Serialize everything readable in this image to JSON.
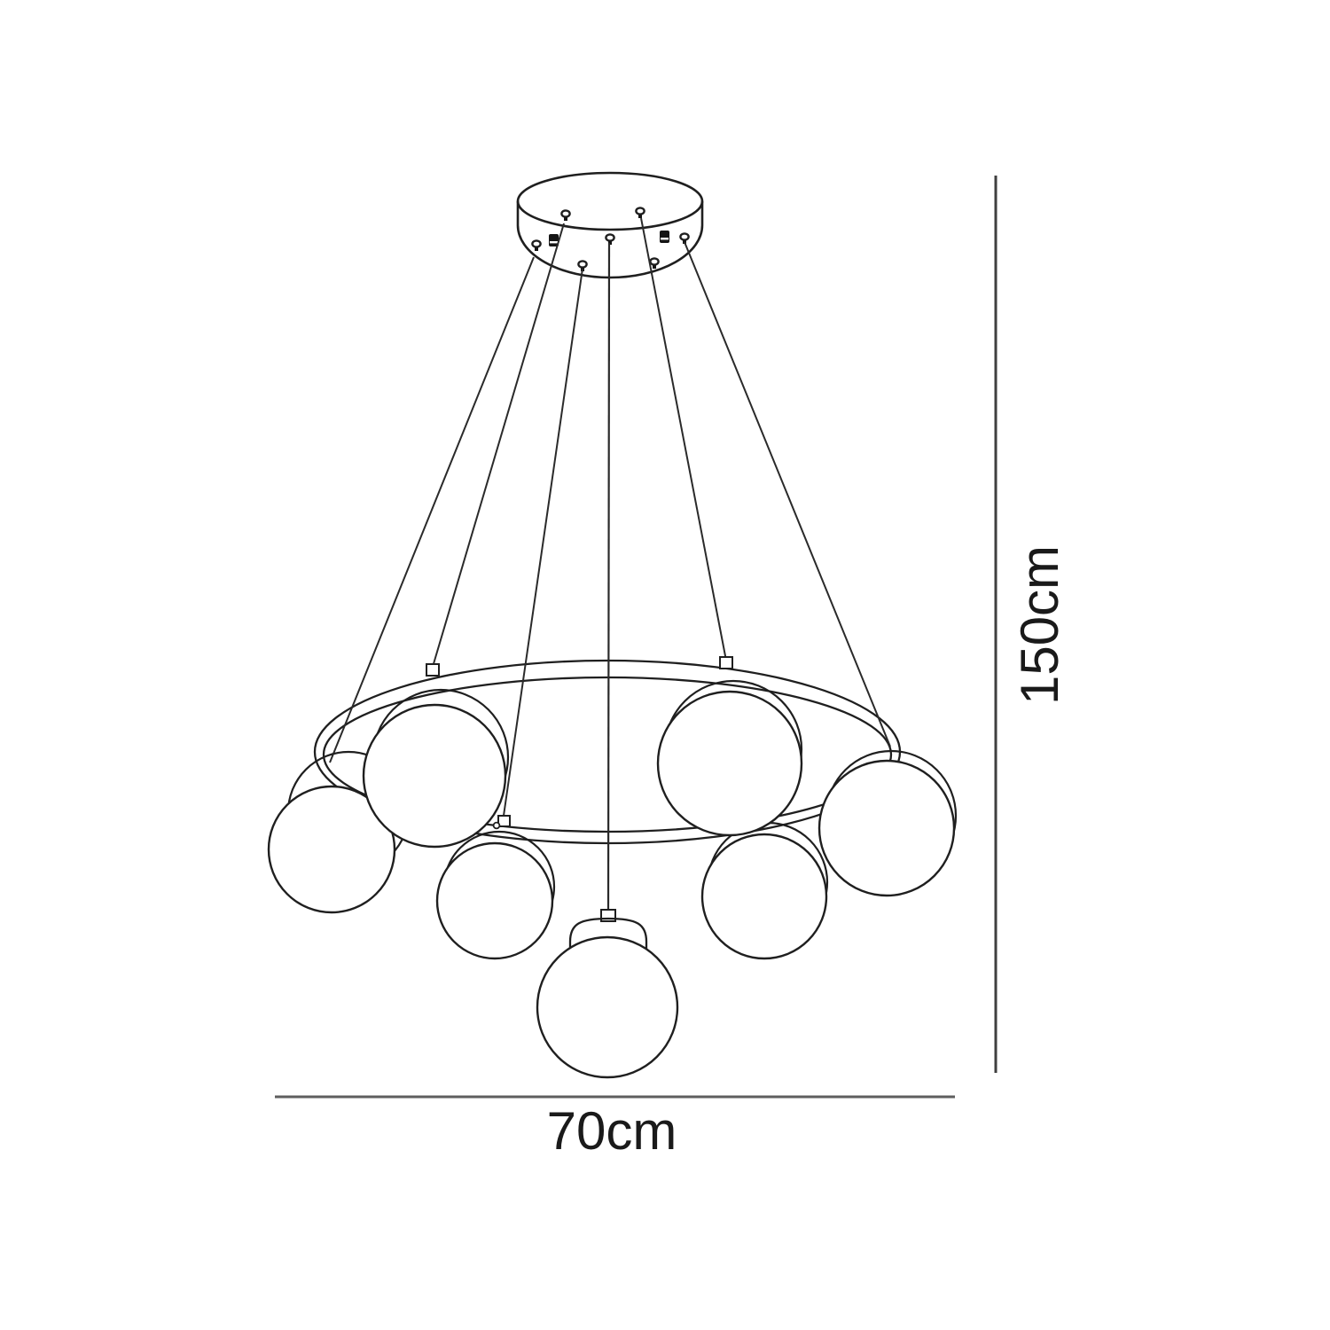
{
  "diagram": {
    "type": "product-dimension-line-drawing",
    "subject": "chandelier-with-glass-globes",
    "height_label": "150cm",
    "width_label": "70cm",
    "globe_count": 7,
    "suspension_wire_count": 6,
    "colors": {
      "background": "#ffffff",
      "drawing_line": "#1f1f1f",
      "vertical_dimension_line": "#3f3f3f",
      "horizontal_dimension_line": "#5e5e5e",
      "label_text": "#1a1a1a"
    }
  }
}
